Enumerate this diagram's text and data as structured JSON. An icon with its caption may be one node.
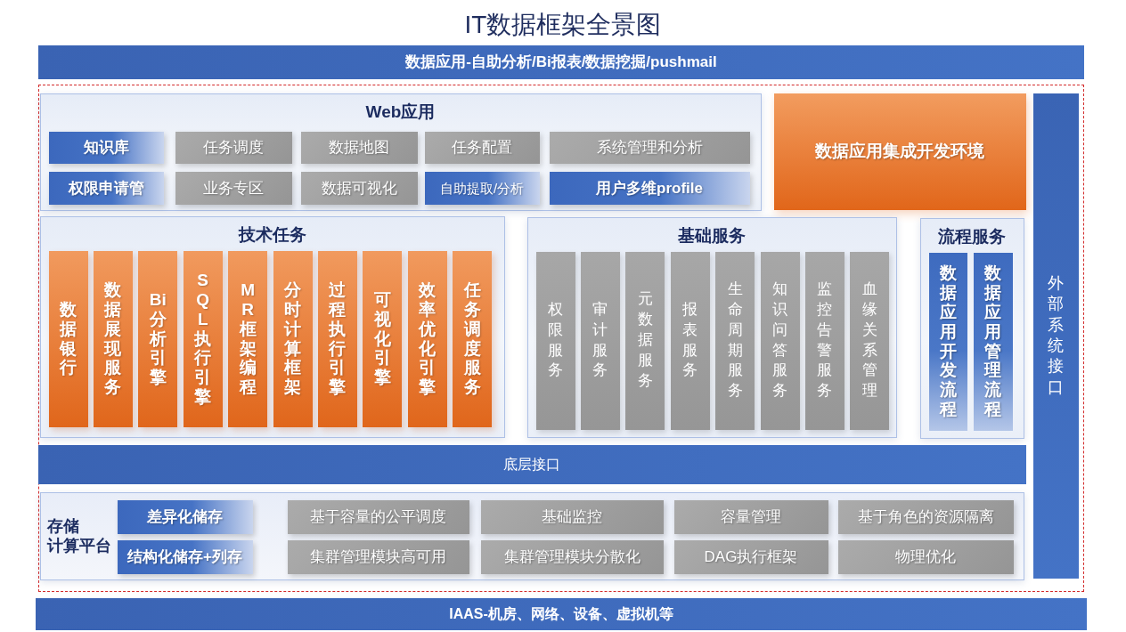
{
  "diagram": {
    "title": "IT数据框架全景图",
    "nodes": [
      {
        "text": [
          "数据应用-自助分析/Bi报表/数据挖掘/pushmail"
        ]
      },
      {
        "text": [],
        "shape": "box"
      },
      {
        "text": [
          "Web应用"
        ],
        "in": 1
      },
      {
        "text": [
          "知识库"
        ],
        "in": 2
      },
      {
        "text": [
          "任务调度"
        ],
        "in": 2
      },
      {
        "text": [
          "数据地图"
        ],
        "in": 2
      },
      {
        "text": [
          "任务配置"
        ],
        "in": 2
      },
      {
        "text": [
          "系统管理和分析"
        ],
        "in": 2
      },
      {
        "text": [
          "权限申请管"
        ],
        "in": 2
      },
      {
        "text": [
          "业务专区"
        ],
        "in": 2
      },
      {
        "text": [
          "数据可视化"
        ],
        "in": 2
      },
      {
        "text": [
          "自助提取/分析"
        ],
        "in": 2
      },
      {
        "text": [
          "用户多维profile"
        ],
        "in": 2
      },
      {
        "text": [
          "数据应用集成开发环境"
        ],
        "in": 1
      },
      {
        "text": [
          "外部系统接口"
        ],
        "in": 1
      },
      {
        "text": [
          "技术任务"
        ],
        "in": 1
      },
      {
        "text": [
          "数据银行"
        ],
        "in": 15
      },
      {
        "text": [
          "数据展现服务"
        ],
        "in": 15
      },
      {
        "text": [
          "Bi分析引擎"
        ],
        "in": 15
      },
      {
        "text": [
          "SQL执行引擎"
        ],
        "in": 15
      },
      {
        "text": [
          "MR框架编程"
        ],
        "in": 15
      },
      {
        "text": [
          "分时计算框架"
        ],
        "in": 15
      },
      {
        "text": [
          "过程执行引擎"
        ],
        "in": 15
      },
      {
        "text": [
          "可视化引擎"
        ],
        "in": 15
      },
      {
        "text": [
          "效率优化引擎"
        ],
        "in": 15
      },
      {
        "text": [
          "任务调度服务"
        ],
        "in": 15
      },
      {
        "text": [
          "基础服务"
        ],
        "in": 1
      },
      {
        "text": [
          "权限服务"
        ],
        "in": 26
      },
      {
        "text": [
          "审计服务"
        ],
        "in": 26
      },
      {
        "text": [
          "元数据服务"
        ],
        "in": 26
      },
      {
        "text": [
          "报表服务"
        ],
        "in": 26
      },
      {
        "text": [
          "生命周期服务"
        ],
        "in": 26
      },
      {
        "text": [
          "知识问答服务"
        ],
        "in": 26
      },
      {
        "text": [
          "监控告警服务"
        ],
        "in": 26
      },
      {
        "text": [
          "血缘关系管理"
        ],
        "in": 26
      },
      {
        "text": [
          "流程服务"
        ],
        "in": 1
      },
      {
        "text": [
          "数据应用开发流程"
        ],
        "in": 35
      },
      {
        "text": [
          "数据应用管理流程"
        ],
        "in": 35
      },
      {
        "text": [
          "底层接口"
        ],
        "in": 1
      },
      {
        "text": [
          "存储计算平台"
        ],
        "in": 1
      },
      {
        "text": [
          "差异化储存"
        ],
        "in": 39
      },
      {
        "text": [
          "基于容量的公平调度"
        ],
        "in": 39
      },
      {
        "text": [
          "基础监控"
        ],
        "in": 39
      },
      {
        "text": [
          "容量管理"
        ],
        "in": 39
      },
      {
        "text": [
          "基于角色的资源隔离"
        ],
        "in": 39
      },
      {
        "text": [
          "结构化储存+列存"
        ],
        "in": 39
      },
      {
        "text": [
          "集群管理模块高可用"
        ],
        "in": 39
      },
      {
        "text": [
          "集群管理模块分散化"
        ],
        "in": 39
      },
      {
        "text": [
          "DAG执行框架"
        ],
        "in": 39
      },
      {
        "text": [
          "物理优化"
        ],
        "in": 39
      },
      {
        "text": [
          "IAAS-机房、网络、设备、虚拟机等"
        ]
      }
    ]
  }
}
